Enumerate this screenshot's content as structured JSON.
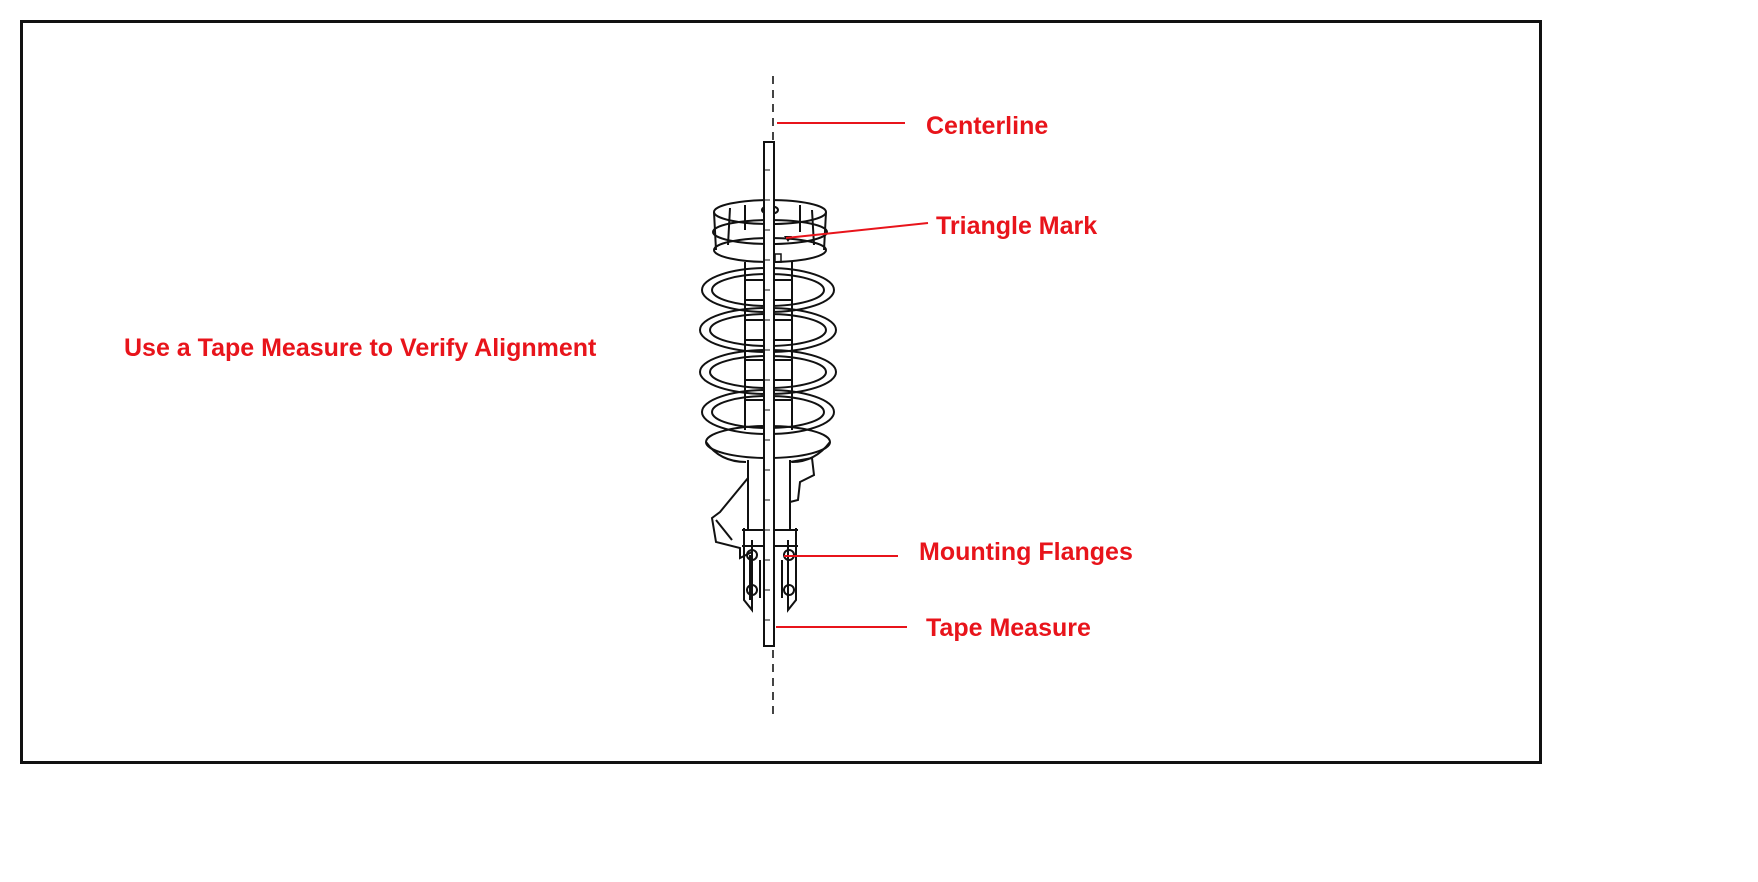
{
  "diagram": {
    "callouts": {
      "centerline": "Centerline",
      "triangle_mark": "Triangle Mark",
      "mounting_flanges": "Mounting Flanges",
      "tape_measure": "Tape Measure"
    },
    "instruction": "Use a Tape Measure to Verify Alignment"
  },
  "colors": {
    "label": "#e8141b",
    "line_art": "#111111",
    "frame": "#111111",
    "background": "#ffffff"
  }
}
